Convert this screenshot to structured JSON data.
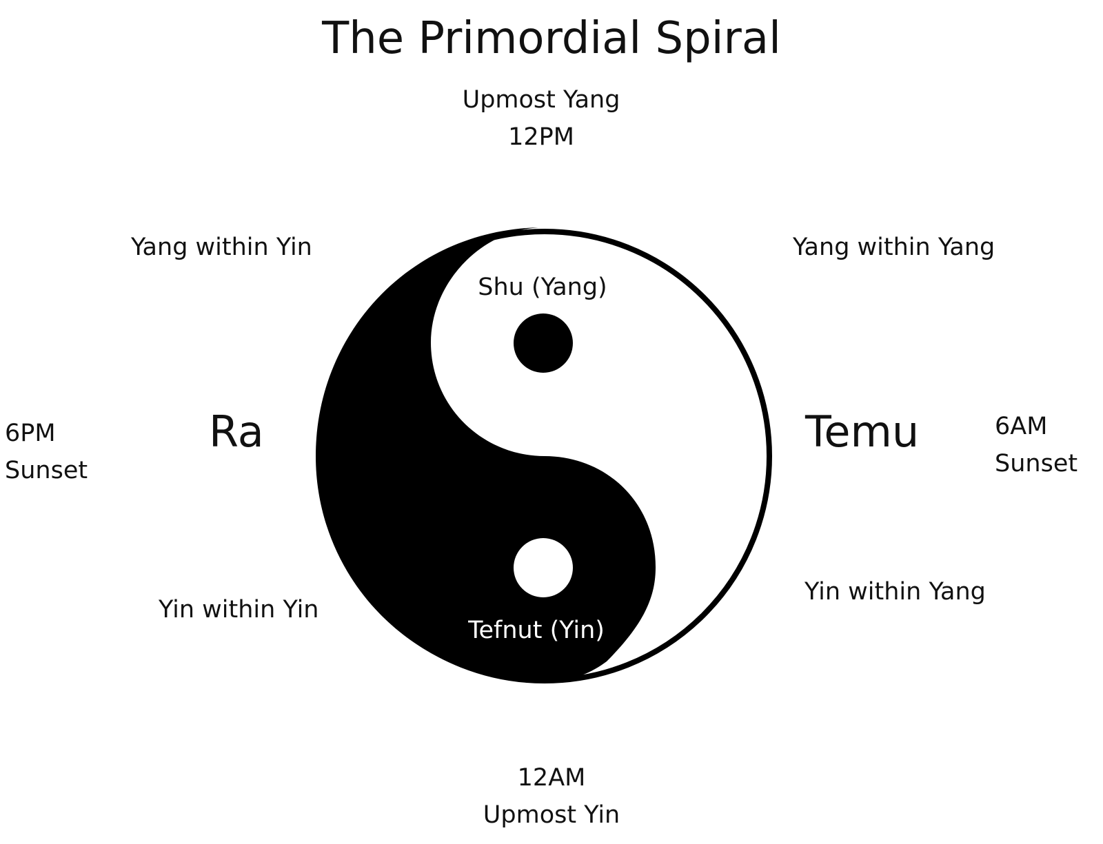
{
  "title": "The Primordial Spiral",
  "top": {
    "line1": "Upmost Yang",
    "line2": "12PM"
  },
  "bottom": {
    "line1": "12AM",
    "line2": "Upmost Yin"
  },
  "left_time": {
    "line1": "6PM",
    "line2": "Sunset"
  },
  "right_time": {
    "line1": "6AM",
    "line2": "Sunset"
  },
  "left_name": "Ra",
  "right_name": "Temu",
  "quadrants": {
    "upper_left": "Yang within Yin",
    "upper_right": "Yang within Yang",
    "lower_left": "Yin within Yin",
    "lower_right": "Yin within Yang"
  },
  "symbol": {
    "yang_label": "Shu (Yang)",
    "yin_label": "Tefnut (Yin)",
    "yang_color": "#ffffff",
    "yin_color": "#000000"
  }
}
